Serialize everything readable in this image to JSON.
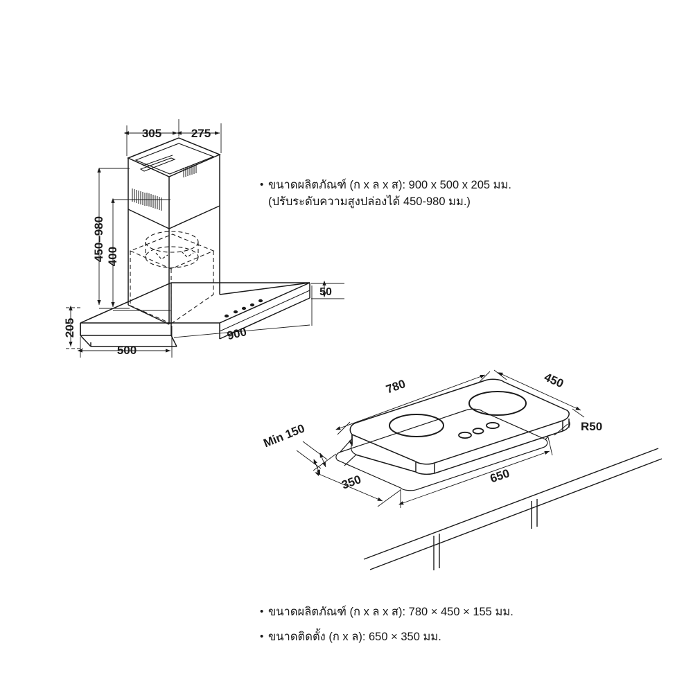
{
  "page": {
    "background": "#ffffff",
    "line_color": "#1a1a1a"
  },
  "hood_drawing": {
    "name": "range-hood-isometric-drawing",
    "dimensions": {
      "chimney_top_left": "305",
      "chimney_top_right": "275",
      "chimney_height_range": "450–980",
      "chimney_inner_height": "400",
      "canopy_depth": "500",
      "canopy_width": "900",
      "canopy_height": "205",
      "canopy_front_thickness": "50"
    }
  },
  "hob_drawing": {
    "name": "gas-hob-isometric-drawing",
    "dimensions": {
      "hob_width": "780",
      "hob_depth": "450",
      "cutout_width": "650",
      "cutout_depth": "350",
      "edge_clearance": "Min 150",
      "corner_radius": "R50"
    }
  },
  "spec_hood": {
    "bullet": "•",
    "line1": "ขนาดผลิตภัณฑ์ (ก x ล x ส): 900 x 500 x 205 มม.",
    "line2": "(ปรับระดับความสูงปล่องได้ 450-980 มม.)"
  },
  "spec_hob": {
    "bullet": "•",
    "line1": "ขนาดผลิตภัณฑ์ (ก x ล x ส): 780 × 450 × 155 มม.",
    "line2": "ขนาดติดตั้ง (ก x ล): 650 × 350 มม."
  }
}
